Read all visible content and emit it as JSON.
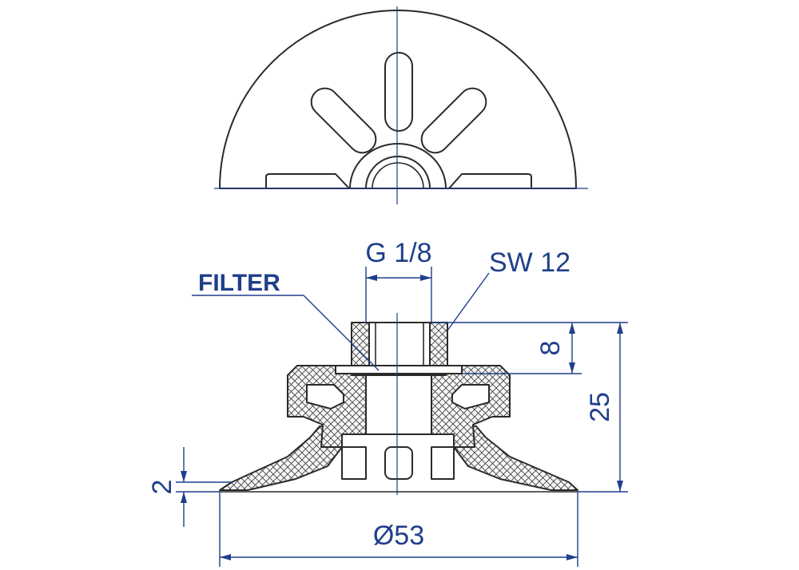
{
  "labels": {
    "thread": "G 1/8",
    "wrench": "SW 12",
    "filter": "FILTER",
    "dim_8": "8",
    "dim_25": "25",
    "dim_2": "2",
    "diameter": "Ø53"
  },
  "colors": {
    "outline": "#2a2a2a",
    "dimension": "#1f3f8a"
  }
}
